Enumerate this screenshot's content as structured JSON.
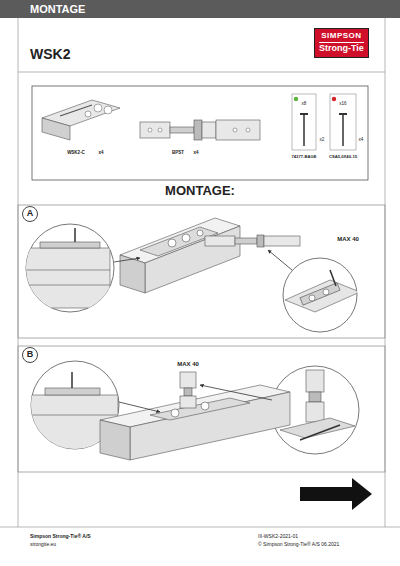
{
  "diagram": {
    "title": "MONTAGE",
    "nodes": [
      {
        "text": [
          "SIMPSON",
          "Strong-Tie"
        ]
      },
      {
        "text": [
          "A"
        ]
      },
      {
        "text": [
          "B"
        ]
      }
    ],
    "labels": [
      "WSK2",
      "WSK2-C",
      "x4",
      "BPST",
      "x4",
      "x8",
      "x2",
      "x16",
      "x4",
      "74377-BAGE",
      "CSA5,0X40-15",
      "MONTAGE:",
      "MAX 40",
      "MAX 40",
      "Simpson Strong-Tie® A/S",
      "strongtie.eu",
      "III-WSK2-2021-01",
      "© Simpson Strong-Tie® A/S 06.2021"
    ]
  }
}
